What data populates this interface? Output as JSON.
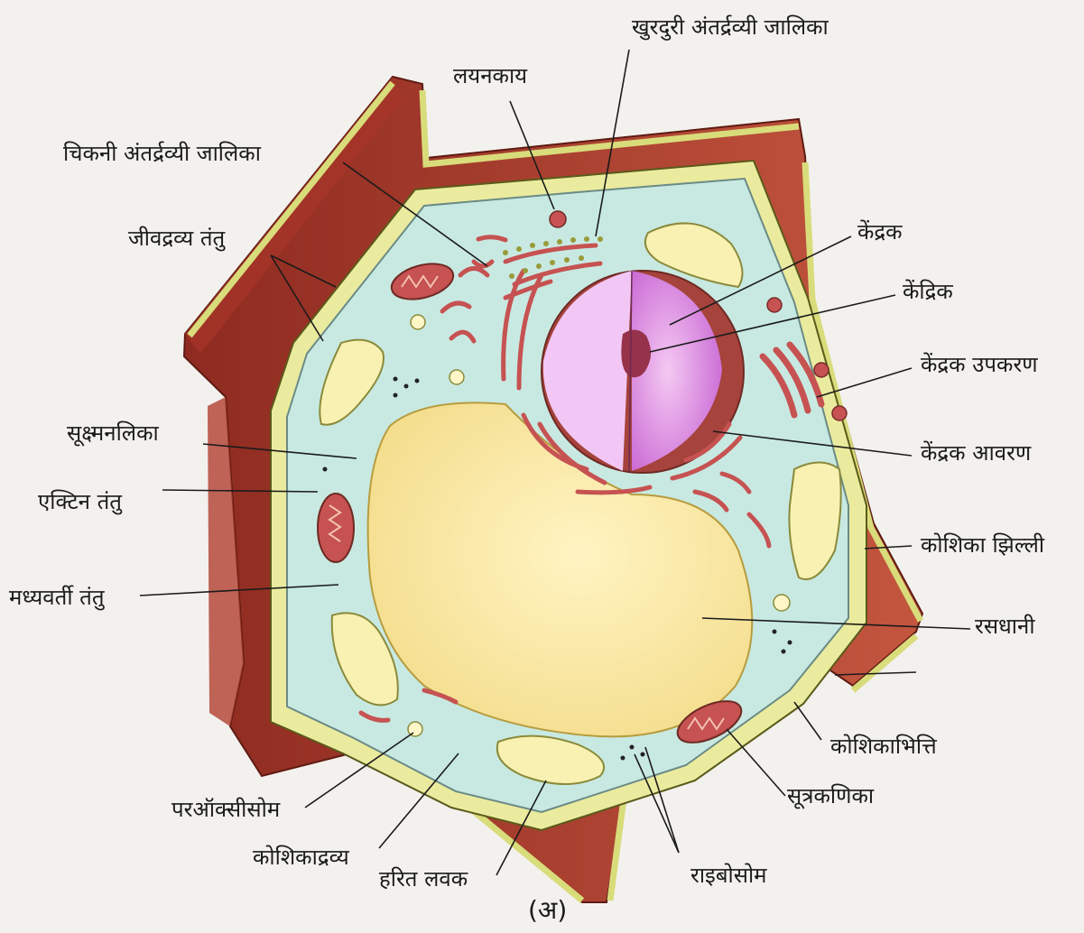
{
  "labels": {
    "rough_er": "खुरदुरी अंतर्द्रव्यी जालिका",
    "lysosome": "लयनकाय",
    "smooth_er": "चिकनी अंतर्द्रव्यी जालिका",
    "cytoskeleton_fibres": "जीवद्रव्य तंतु",
    "nucleus": "केंद्रक",
    "nucleolus": "केंद्रिक",
    "golgi": "केंद्रक उपकरण",
    "microtubule": "सूक्ष्मनलिका",
    "nuclear_envelope": "केंद्रक आवरण",
    "actin_filament": "एक्टिन तंतु",
    "cell_membrane": "कोशिका झिल्ली",
    "intermediate_filament": "मध्यवर्ती तंतु",
    "vacuole": "रसधानी",
    "cell_wall": "कोशिकाभित्ति",
    "peroxisome": "परऑक्सीसोम",
    "mitochondrion": "सूत्रकणिका",
    "cytoplasm": "कोशिकाद्रव्य",
    "chloroplast": "हरित लवक",
    "ribosome": "राइबोसोम"
  },
  "caption": "(अ)",
  "colors": {
    "wall_dark": "#9e2f22",
    "wall_light": "#c9503c",
    "wall_rim": "#eef0a2",
    "cytoplasm": "#c8e9e1",
    "vacuole": "#fbe9a8",
    "nucleus": "#d57adf",
    "organelle": "#c65252"
  }
}
